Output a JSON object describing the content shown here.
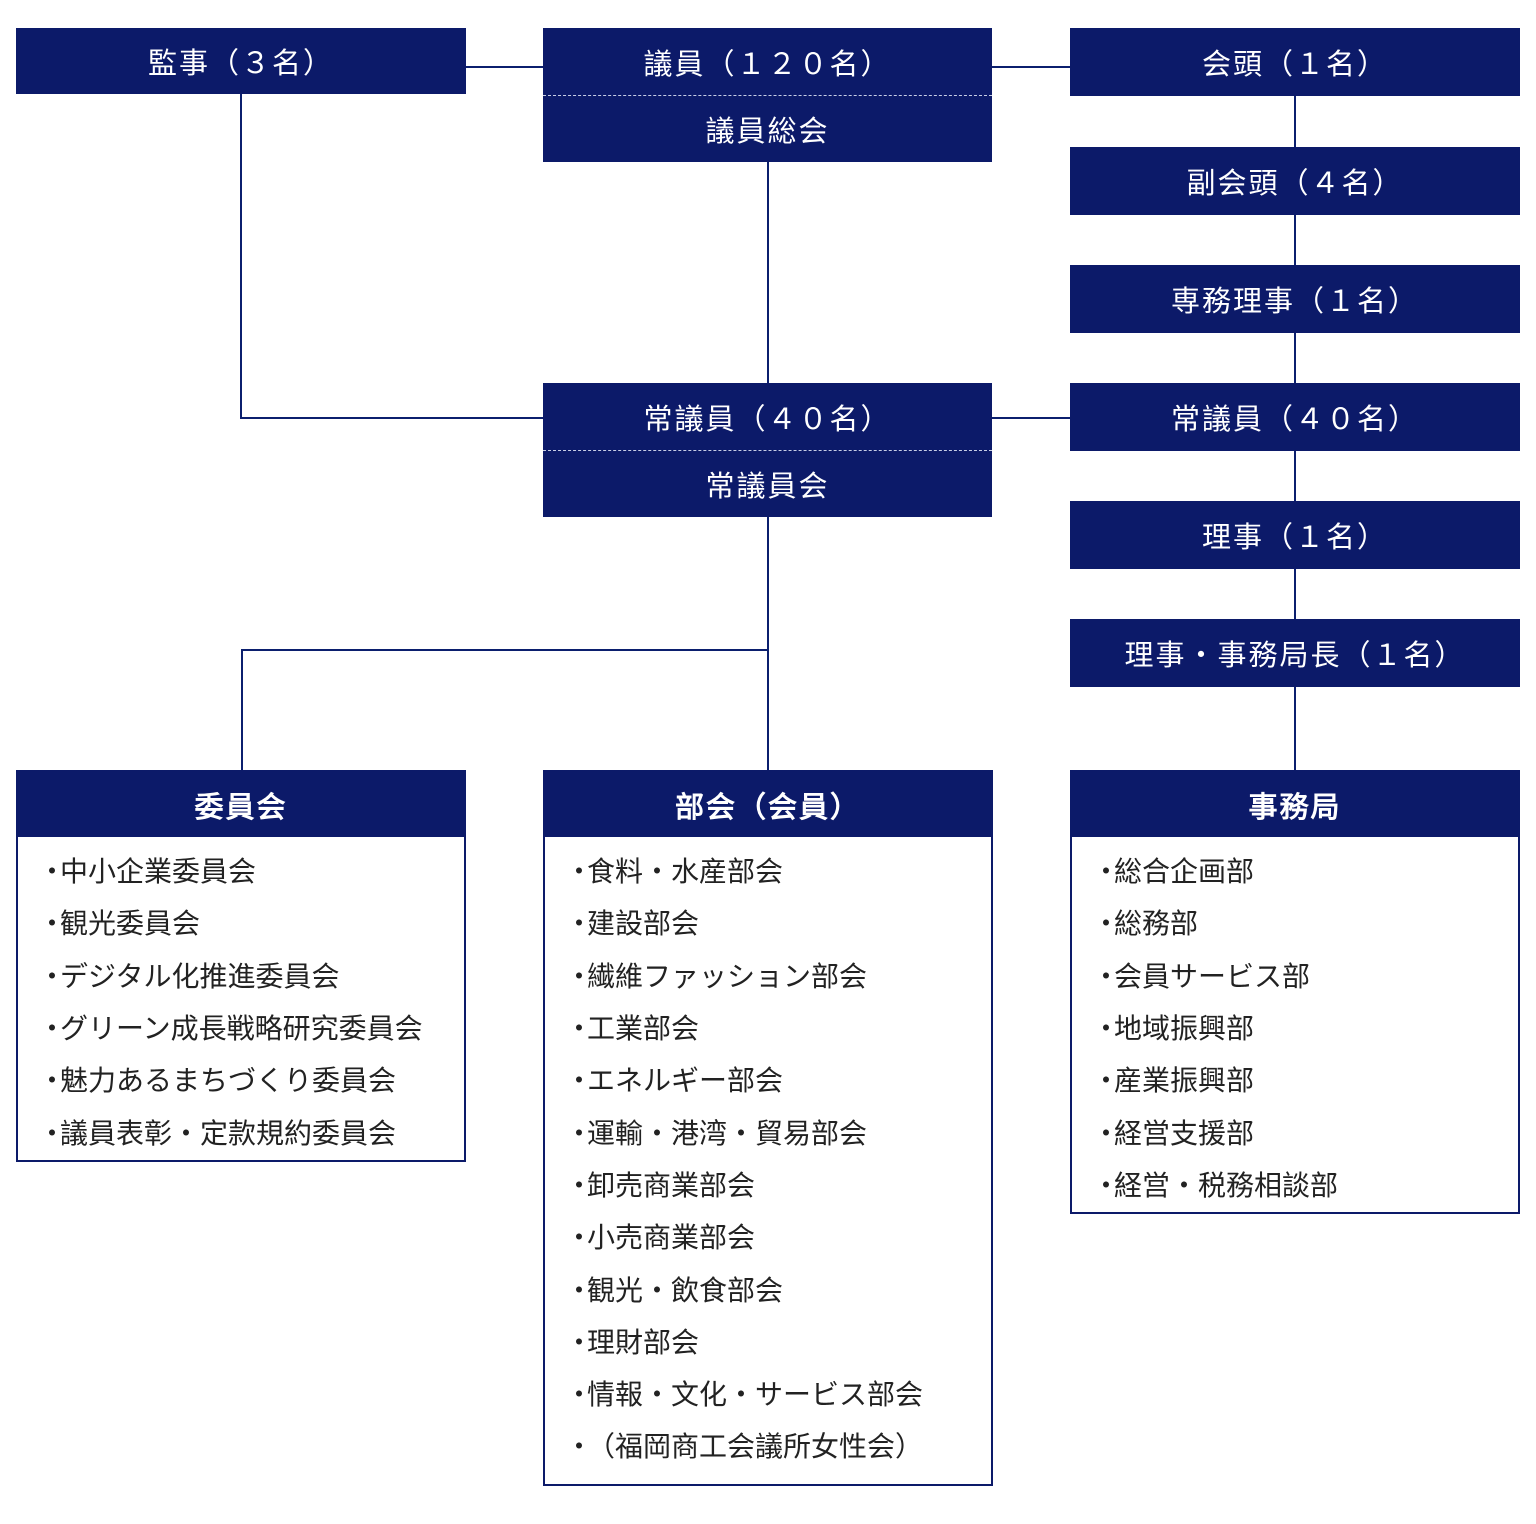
{
  "nodes": {
    "auditor": "監事（３名）",
    "members": "議員（１２０名）",
    "general_assembly": "議員総会",
    "president": "会頭（１名）",
    "vice_president": "副会頭（４名）",
    "managing_director": "専務理事（１名）",
    "standing_members_center": "常議員（４０名）",
    "standing_council": "常議員会",
    "standing_members_right": "常議員（４０名）",
    "director": "理事（１名）",
    "director_secretary_general": "理事・事務局長（１名）"
  },
  "committees": {
    "title": "委員会",
    "items": [
      "中小企業委員会",
      "観光委員会",
      "デジタル化推進委員会",
      "グリーン成長戦略研究委員会",
      "魅力あるまちづくり委員会",
      "議員表彰・定款規約委員会"
    ]
  },
  "sections": {
    "title": "部会（会員）",
    "items": [
      "食料・水産部会",
      "建設部会",
      "繊維ファッション部会",
      "工業部会",
      "エネルギー部会",
      "運輸・港湾・貿易部会",
      "卸売商業部会",
      "小売商業部会",
      "観光・飲食部会",
      "理財部会",
      "情報・文化・サービス部会",
      "（福岡商工会議所女性会）"
    ]
  },
  "secretariat": {
    "title": "事務局",
    "items": [
      "総合企画部",
      "総務部",
      "会員サービス部",
      "地域振興部",
      "産業振興部",
      "経営支援部",
      "経営・税務相談部"
    ]
  },
  "bullet": "・",
  "colors": {
    "navy": "#0c1a69",
    "line": "#0b1f6e"
  }
}
